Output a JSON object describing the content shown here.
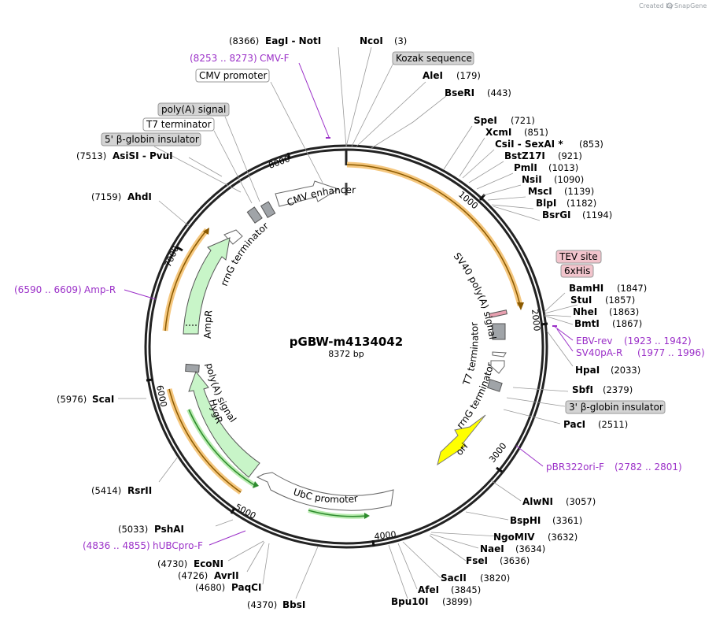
{
  "credit": {
    "created_by": "Created by",
    "brand": "SnapGene"
  },
  "plasmid": {
    "name": "pGBW-m4134042",
    "length_label": "8372 bp",
    "total_bp": 8372
  },
  "tick_labels": [
    "1000",
    "2000",
    "3000",
    "4000",
    "5000",
    "6000",
    "7000",
    "8000"
  ],
  "sites": [
    {
      "name": "NcoI",
      "pos": "(3)"
    },
    {
      "name": "AleI",
      "pos": "(179)"
    },
    {
      "name": "BseRI",
      "pos": "(443)"
    },
    {
      "name": "SpeI",
      "pos": "(721)"
    },
    {
      "name": "XcmI",
      "pos": "(851)"
    },
    {
      "name": "CsiI  - SexAI *",
      "pos": "(853)"
    },
    {
      "name": "BstZ17I",
      "pos": "(921)"
    },
    {
      "name": "PmlI",
      "pos": "(1013)"
    },
    {
      "name": "NsiI",
      "pos": "(1090)"
    },
    {
      "name": "MscI",
      "pos": "(1139)"
    },
    {
      "name": "BlpI",
      "pos": "(1182)"
    },
    {
      "name": "BsrGI",
      "pos": "(1194)"
    },
    {
      "name": "BamHI",
      "pos": "(1847)"
    },
    {
      "name": "StuI",
      "pos": "(1857)"
    },
    {
      "name": "NheI",
      "pos": "(1863)"
    },
    {
      "name": "BmtI",
      "pos": "(1867)"
    },
    {
      "name": "HpaI",
      "pos": "(2033)"
    },
    {
      "name": "SbfI",
      "pos": "(2379)"
    },
    {
      "name": "PacI",
      "pos": "(2511)"
    },
    {
      "name": "AlwNI",
      "pos": "(3057)"
    },
    {
      "name": "BspHI",
      "pos": "(3361)"
    },
    {
      "name": "NgoMIV",
      "pos": "(3632)"
    },
    {
      "name": "NaeI",
      "pos": "(3634)"
    },
    {
      "name": "FseI",
      "pos": "(3636)"
    },
    {
      "name": "SacII",
      "pos": "(3820)"
    },
    {
      "name": "AfeI",
      "pos": "(3845)"
    },
    {
      "name": "Bpu10I",
      "pos": "(3899)"
    },
    {
      "name": "BbsI",
      "pos": "(4370)"
    },
    {
      "name": "PaqCI",
      "pos": "(4680)"
    },
    {
      "name": "AvrII",
      "pos": "(4726)"
    },
    {
      "name": "EcoNI",
      "pos": "(4730)"
    },
    {
      "name": "PshAI",
      "pos": "(5033)"
    },
    {
      "name": "RsrII",
      "pos": "(5414)"
    },
    {
      "name": "ScaI",
      "pos": "(5976)"
    },
    {
      "name": "AhdI",
      "pos": "(7159)"
    },
    {
      "name": "AsiSI  - PvuI",
      "pos": "(7513)"
    },
    {
      "name": "EagI  - NotI",
      "pos": "(8366)"
    }
  ],
  "primers": [
    {
      "name": "CMV-F",
      "range": "(8253 .. 8273)"
    },
    {
      "name": "Amp-R",
      "range": "(6590 .. 6609)"
    },
    {
      "name": "EBV-rev",
      "range": "(1923 .. 1942)"
    },
    {
      "name": "SV40pA-R",
      "range": "(1977 .. 1996)"
    },
    {
      "name": "pBR322ori-F",
      "range": "(2782 .. 2801)"
    },
    {
      "name": "hUBCpro-F",
      "range": "(4836 .. 4855)"
    }
  ],
  "boxed_labels": [
    {
      "text": "Kozak sequence",
      "color": "#d3d3d3"
    },
    {
      "text": "CMV promoter",
      "color": "#ffffff"
    },
    {
      "text": "poly(A) signal",
      "color": "#d3d3d3"
    },
    {
      "text": "T7 terminator",
      "color": "#ffffff"
    },
    {
      "text": "5' β-globin insulator",
      "color": "#d3d3d3"
    },
    {
      "text": "TEV site",
      "color": "#f2c4cc"
    },
    {
      "text": "6xHis",
      "color": "#f2c4cc"
    },
    {
      "text": "3' β-globin insulator",
      "color": "#d3d3d3"
    }
  ],
  "features": {
    "cmv_enhancer": "CMV enhancer",
    "rrng_left": "rrnG terminator",
    "ampr": "AmpR",
    "polya_left": "poly(A) signal",
    "hygr": "HygR",
    "ubc": "UbC promoter",
    "ori": "ori",
    "rrng_right": "rrnG terminator",
    "t7_right": "T7 terminator",
    "sv40": "SV40 poly(A) signal"
  },
  "colors": {
    "primer": "#9b30c8",
    "orf_highlight": "#f5c77e",
    "orf_line": "#8b5a00",
    "ampr_fill": "#c8f5c8",
    "ori_fill": "#ffff00",
    "grey_feature": "#a0a4a8",
    "green_line": "#2e8b2e"
  }
}
